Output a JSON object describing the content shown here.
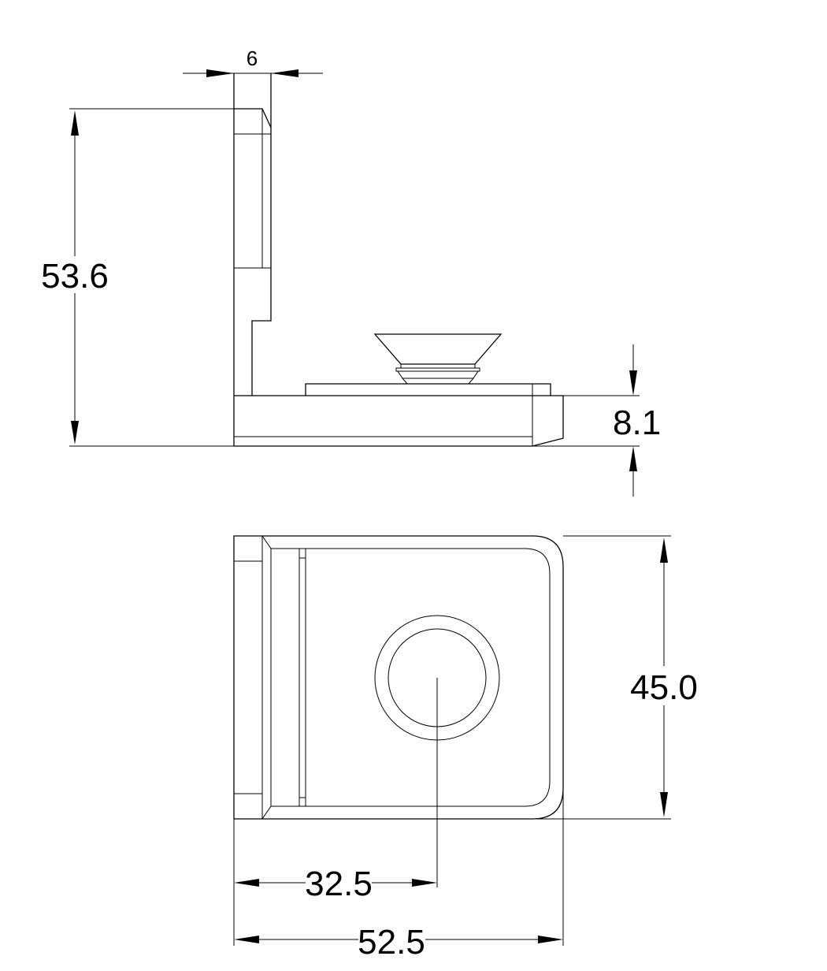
{
  "dimensions": {
    "top_width": "6",
    "overall_height": "53.6",
    "base_thickness": "8.1",
    "plan_depth": "45.0",
    "hole_offset": "32.5",
    "overall_length": "52.5"
  }
}
